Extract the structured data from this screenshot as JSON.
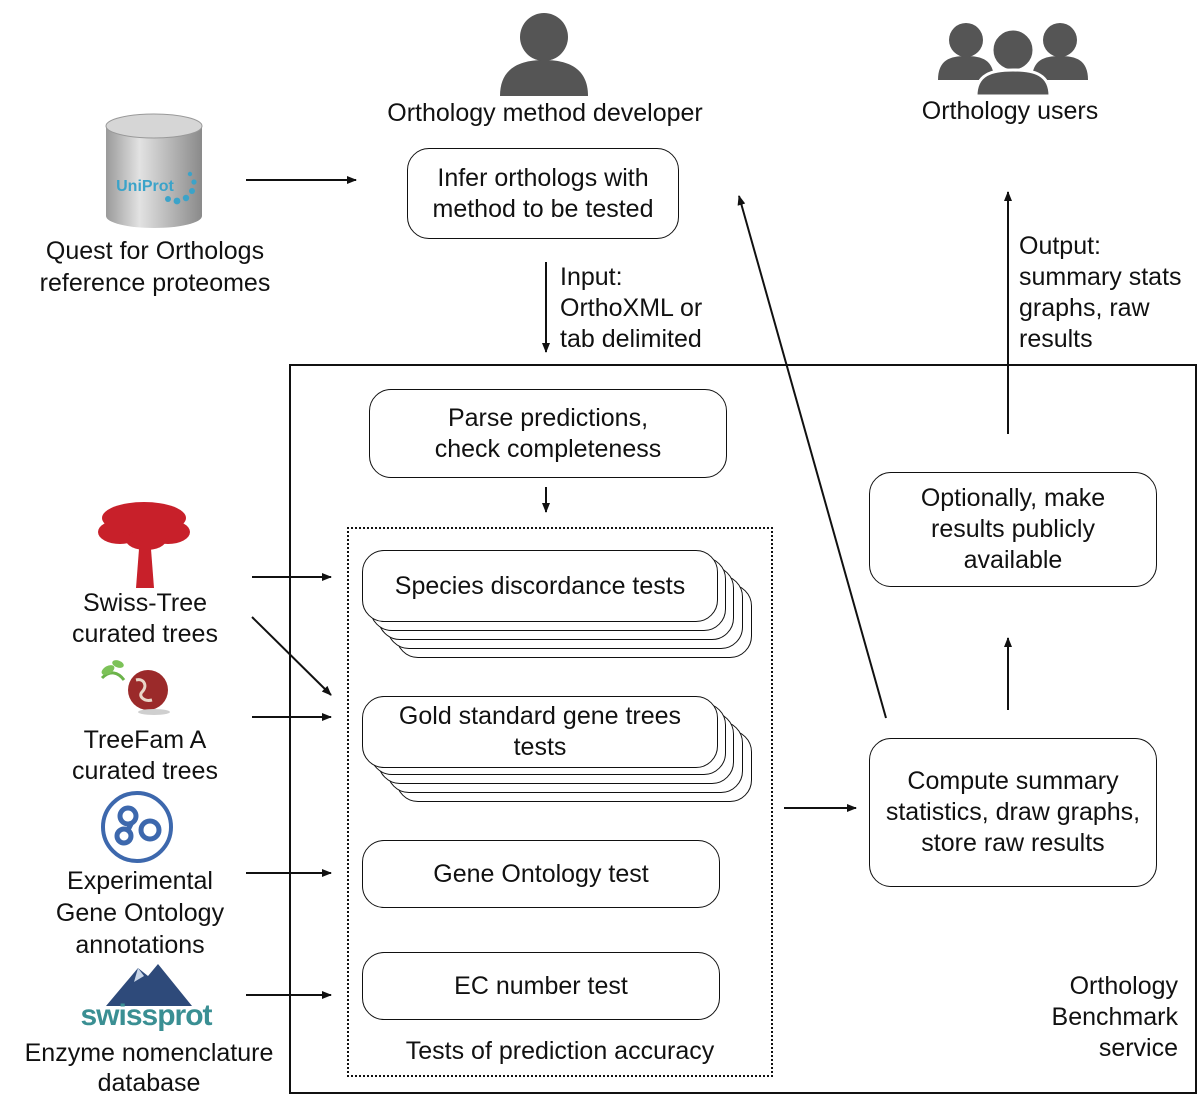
{
  "roles": {
    "developer": "Orthology method developer",
    "users": "Orthology users"
  },
  "uniprot": {
    "logo_text": "UniProt",
    "label_line1": "Quest for Orthologs",
    "label_line2": "reference proteomes"
  },
  "infer_box": {
    "line1": "Infer orthologs with",
    "line2": "method to be tested"
  },
  "input_note": {
    "line1": "Input:",
    "line2": "OrthoXML or",
    "line3": "tab delimited"
  },
  "output_note": {
    "line1": "Output:",
    "line2": "summary stats",
    "line3": "graphs, raw",
    "line4": "results"
  },
  "parse_box": {
    "line1": "Parse predictions,",
    "line2": "check completeness"
  },
  "tests": {
    "species": "Species discordance tests",
    "gold_line1": "Gold standard gene trees",
    "gold_line2": "tests",
    "go": "Gene Ontology test",
    "ec": "EC number test",
    "group_label": "Tests of prediction accuracy"
  },
  "compute_box": {
    "line1": "Compute summary",
    "line2": "statistics, draw graphs,",
    "line3": "store raw results"
  },
  "publish_box": {
    "line1": "Optionally, make",
    "line2": "results publicly",
    "line3": "available"
  },
  "service_label": {
    "line1": "Orthology",
    "line2": "Benchmark",
    "line3": "service"
  },
  "sources": {
    "swisstree_line1": "Swiss-Tree",
    "swisstree_line2": "curated trees",
    "treefam_line1": "TreeFam A",
    "treefam_line2": "curated trees",
    "go_line1": "Experimental",
    "go_line2": "Gene Ontology",
    "go_line3": "annotations",
    "enzyme_logo": "swissprot",
    "enzyme_line1": "Enzyme nomenclature",
    "enzyme_line2": "database"
  },
  "icons": [
    "person-icon",
    "group-icon",
    "database-icon",
    "tree-icon",
    "treefam-icon",
    "go-logo-icon",
    "swissprot-logo-icon"
  ],
  "colors": {
    "tree_red": "#c8202a",
    "uniprot_blue": "#3ba3c9",
    "go_blue": "#3d68ad",
    "swissprot_blue": "#3a8f93"
  }
}
